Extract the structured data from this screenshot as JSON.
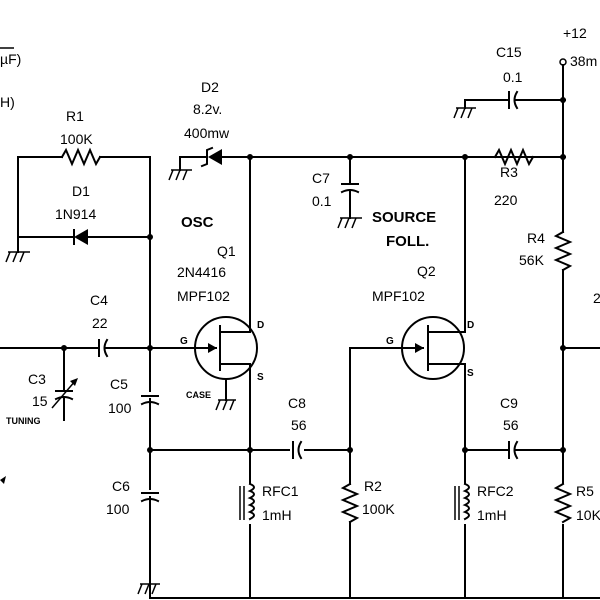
{
  "header": {
    "units_cap": "µF)",
    "units_ind": "H)",
    "supply_voltage": "+12",
    "supply_current": "38m"
  },
  "sections": {
    "osc": "OSC",
    "source_foll_1": "SOURCE",
    "source_foll_2": "FOLL."
  },
  "components": {
    "r1": {
      "ref": "R1",
      "value": "100K"
    },
    "d1": {
      "ref": "D1",
      "value": "1N914"
    },
    "d2": {
      "ref": "D2",
      "value": "8.2v.",
      "rating": "400mw"
    },
    "c15": {
      "ref": "C15",
      "value": "0.1"
    },
    "c7": {
      "ref": "C7",
      "value": "0.1"
    },
    "r3": {
      "ref": "R3",
      "value": "220"
    },
    "r4": {
      "ref": "R4",
      "value": "56K"
    },
    "q1": {
      "ref": "Q1",
      "part1": "2N4416",
      "part2": "MPF102"
    },
    "q2": {
      "ref": "Q2",
      "part": "MPF102"
    },
    "c4": {
      "ref": "C4",
      "value": "22"
    },
    "c3": {
      "ref": "C3",
      "value": "15",
      "note": "TUNING"
    },
    "c5": {
      "ref": "C5",
      "value": "100"
    },
    "c6": {
      "ref": "C6",
      "value": "100"
    },
    "c8": {
      "ref": "C8",
      "value": "56"
    },
    "c9": {
      "ref": "C9",
      "value": "56"
    },
    "rfc1": {
      "ref": "RFC1",
      "value": "1mH"
    },
    "rfc2": {
      "ref": "RFC2",
      "value": "1mH"
    },
    "r2": {
      "ref": "R2",
      "value": "100K"
    },
    "r5": {
      "ref": "R5",
      "value": "10K"
    },
    "edge_partial": "2"
  },
  "pins": {
    "gate": "G",
    "drain": "D",
    "source": "S",
    "case": "CASE"
  }
}
